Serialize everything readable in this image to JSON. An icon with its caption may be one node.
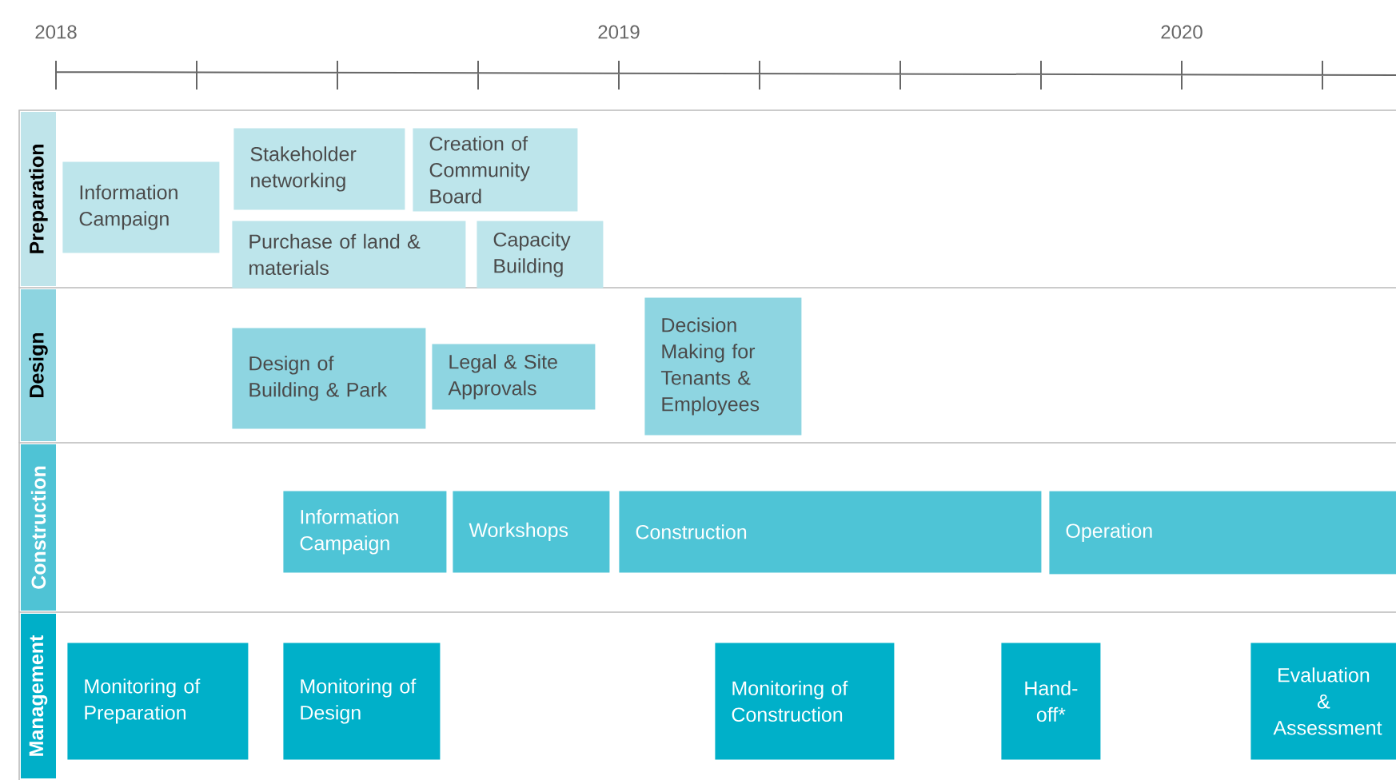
{
  "diagram": {
    "nodes": [
      {
        "text": [
          "Preparation"
        ]
      },
      {
        "text": [
          "Information Campaign"
        ],
        "in": 0
      },
      {
        "text": [
          "Stakeholder networking"
        ],
        "in": 0
      },
      {
        "text": [
          "Creation of Community Board"
        ],
        "in": 0
      },
      {
        "text": [
          "Purchase of land & materials"
        ],
        "in": 0
      },
      {
        "text": [
          "Capacity Building"
        ],
        "in": 0
      },
      {
        "text": [
          "Design"
        ]
      },
      {
        "text": [
          "Design of Building & Park"
        ],
        "in": 6
      },
      {
        "text": [
          "Legal & Site Approvals"
        ],
        "in": 6
      },
      {
        "text": [
          "Decision Making for Tenants & Employees"
        ],
        "in": 6
      },
      {
        "text": [
          "Construction"
        ]
      },
      {
        "text": [
          "Information Campaign"
        ],
        "in": 10
      },
      {
        "text": [
          "Workshops"
        ],
        "in": 10
      },
      {
        "text": [
          "Construction"
        ],
        "in": 10
      },
      {
        "text": [
          "Operation"
        ],
        "in": 10
      },
      {
        "text": [
          "Management"
        ]
      },
      {
        "text": [
          "Monitoring of Preparation"
        ],
        "in": 15
      },
      {
        "text": [
          "Monitoring of Design"
        ],
        "in": 15
      },
      {
        "text": [
          "Monitoring of Construction"
        ],
        "in": 15
      },
      {
        "text": [
          "Hand-off*"
        ],
        "in": 15
      },
      {
        "text": [
          "Evaluation & Assessment"
        ],
        "in": 15
      }
    ],
    "labels": [
      "2018",
      "2019",
      "2020"
    ]
  }
}
